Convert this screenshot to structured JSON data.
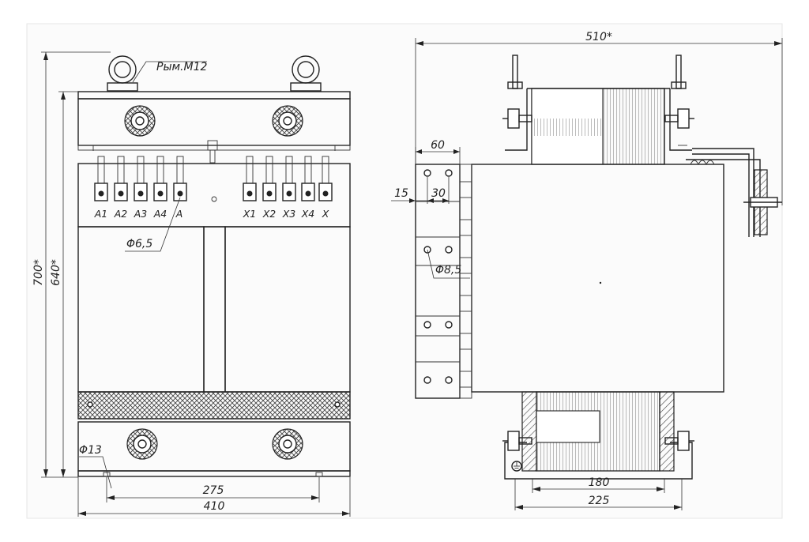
{
  "drawing": {
    "front_view": {
      "eyebolt_label": "Рым.М12",
      "terminals_left": [
        "A1",
        "A2",
        "A3",
        "A4",
        "A"
      ],
      "terminals_right": [
        "X1",
        "X2",
        "X3",
        "X4",
        "X"
      ],
      "terminal_hole": "Φ6,5",
      "mount_hole": "Φ13",
      "dim_overall_height": "700*",
      "dim_core_height": "640*",
      "dim_mount_spacing": "275",
      "dim_width": "410"
    },
    "side_view": {
      "dim_overall_width": "510*",
      "dim_bar_width": "60",
      "dim_offset": "15",
      "dim_hole_spacing": "30",
      "bar_hole": "Φ8,5",
      "dim_mount_spacing": "180",
      "dim_base_width": "225"
    }
  }
}
